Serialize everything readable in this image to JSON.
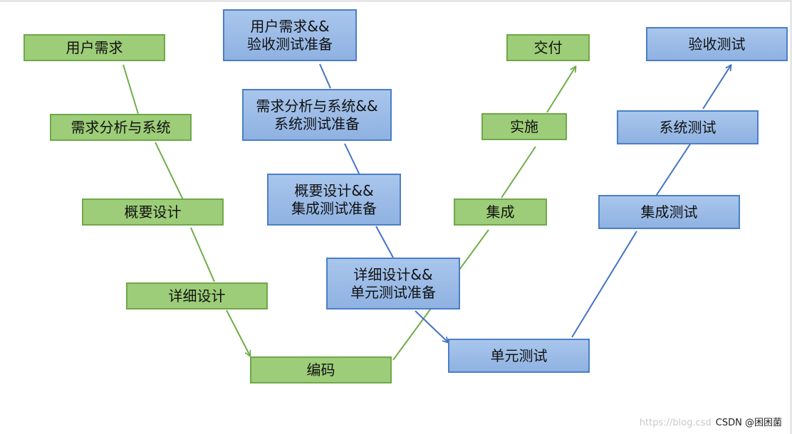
{
  "left_v": {
    "user_req": "用户需求",
    "req_analysis": "需求分析与系统",
    "outline_design": "概要设计",
    "detail_design": "详细设计",
    "coding": "编码",
    "integration": "集成",
    "implementation": "实施",
    "delivery": "交付"
  },
  "right_v": {
    "user_req_accept": "用户需求&&\n验收测试准备",
    "req_system_test": "需求分析与系统&&\n系统测试准备",
    "outline_integration": "概要设计&&\n集成测试准备",
    "detail_unit": "详细设计&&\n单元测试准备",
    "unit_test": "单元测试",
    "integration_test": "集成测试",
    "system_test": "系统测试",
    "acceptance_test": "验收测试"
  },
  "watermark": {
    "url": "https://blog.csd",
    "csdn": "CSDN @困困菌"
  },
  "colors": {
    "green_fill": "#9dcd78",
    "green_line": "#70ad47",
    "blue_fill": "#97b8e5",
    "blue_line": "#4472c4"
  }
}
